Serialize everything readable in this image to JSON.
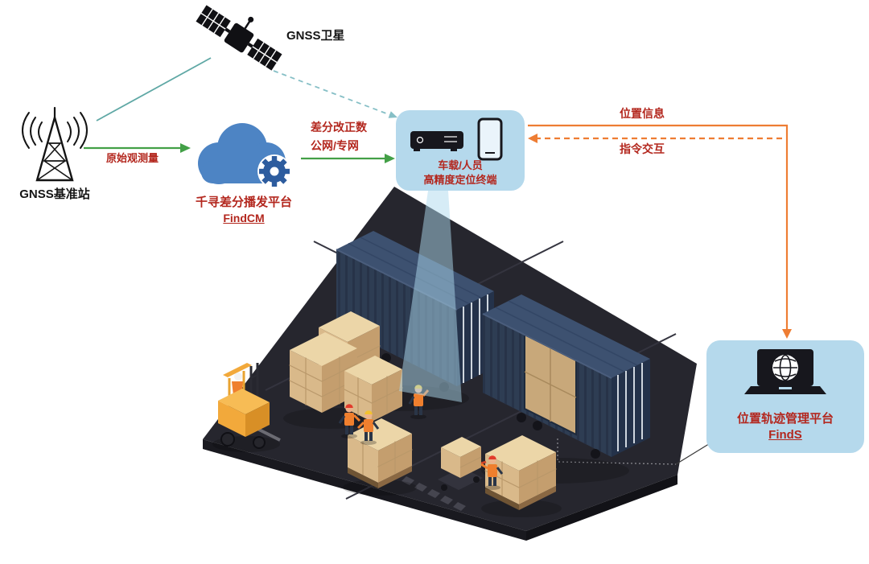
{
  "diagram": {
    "satellite": {
      "label": "GNSS卫星"
    },
    "base_station": {
      "label": "GNSS基准站"
    },
    "cloud": {
      "title": "千寻差分播发平台",
      "name": "FindCM"
    },
    "terminal": {
      "line1": "车载/人员",
      "line2": "高精度定位终端"
    },
    "platform": {
      "title": "位置轨迹管理平台",
      "name": "FindS"
    },
    "edges": {
      "raw_observation": "原始观测量",
      "correction_line1": "差分改正数",
      "correction_line2": "公网/专网",
      "position_info": "位置信息",
      "command_interaction": "指令交互"
    },
    "colors": {
      "label_red": "#b3271e",
      "label_black": "#151515",
      "green_arrow": "#43a047",
      "teal_line": "#5fa8a5",
      "orange_arrow": "#ee7d33",
      "bubble_blue": "#b5d9ec",
      "cloud_blue": "#4d84c4",
      "container_navy": "#2e3d53",
      "ground_dark": "#26262e",
      "carton_tan": "#d9b98a"
    },
    "scene_icons": [
      "shipping-container-icon",
      "forklift-icon",
      "pallet-stack-icon",
      "worker-icon",
      "positioning-beam"
    ]
  }
}
